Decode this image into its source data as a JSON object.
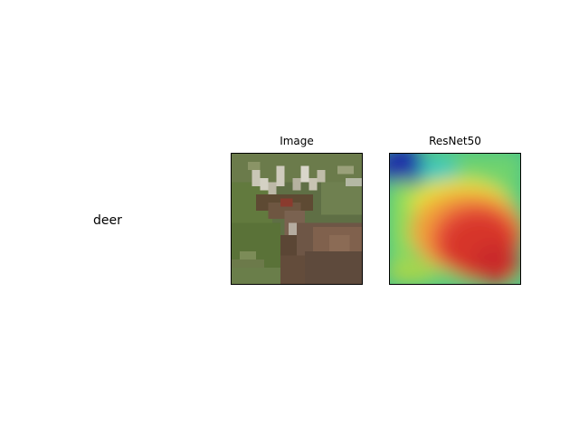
{
  "row_label": "deer",
  "panels": [
    {
      "title": "Image"
    },
    {
      "title": "ResNet50"
    }
  ]
}
